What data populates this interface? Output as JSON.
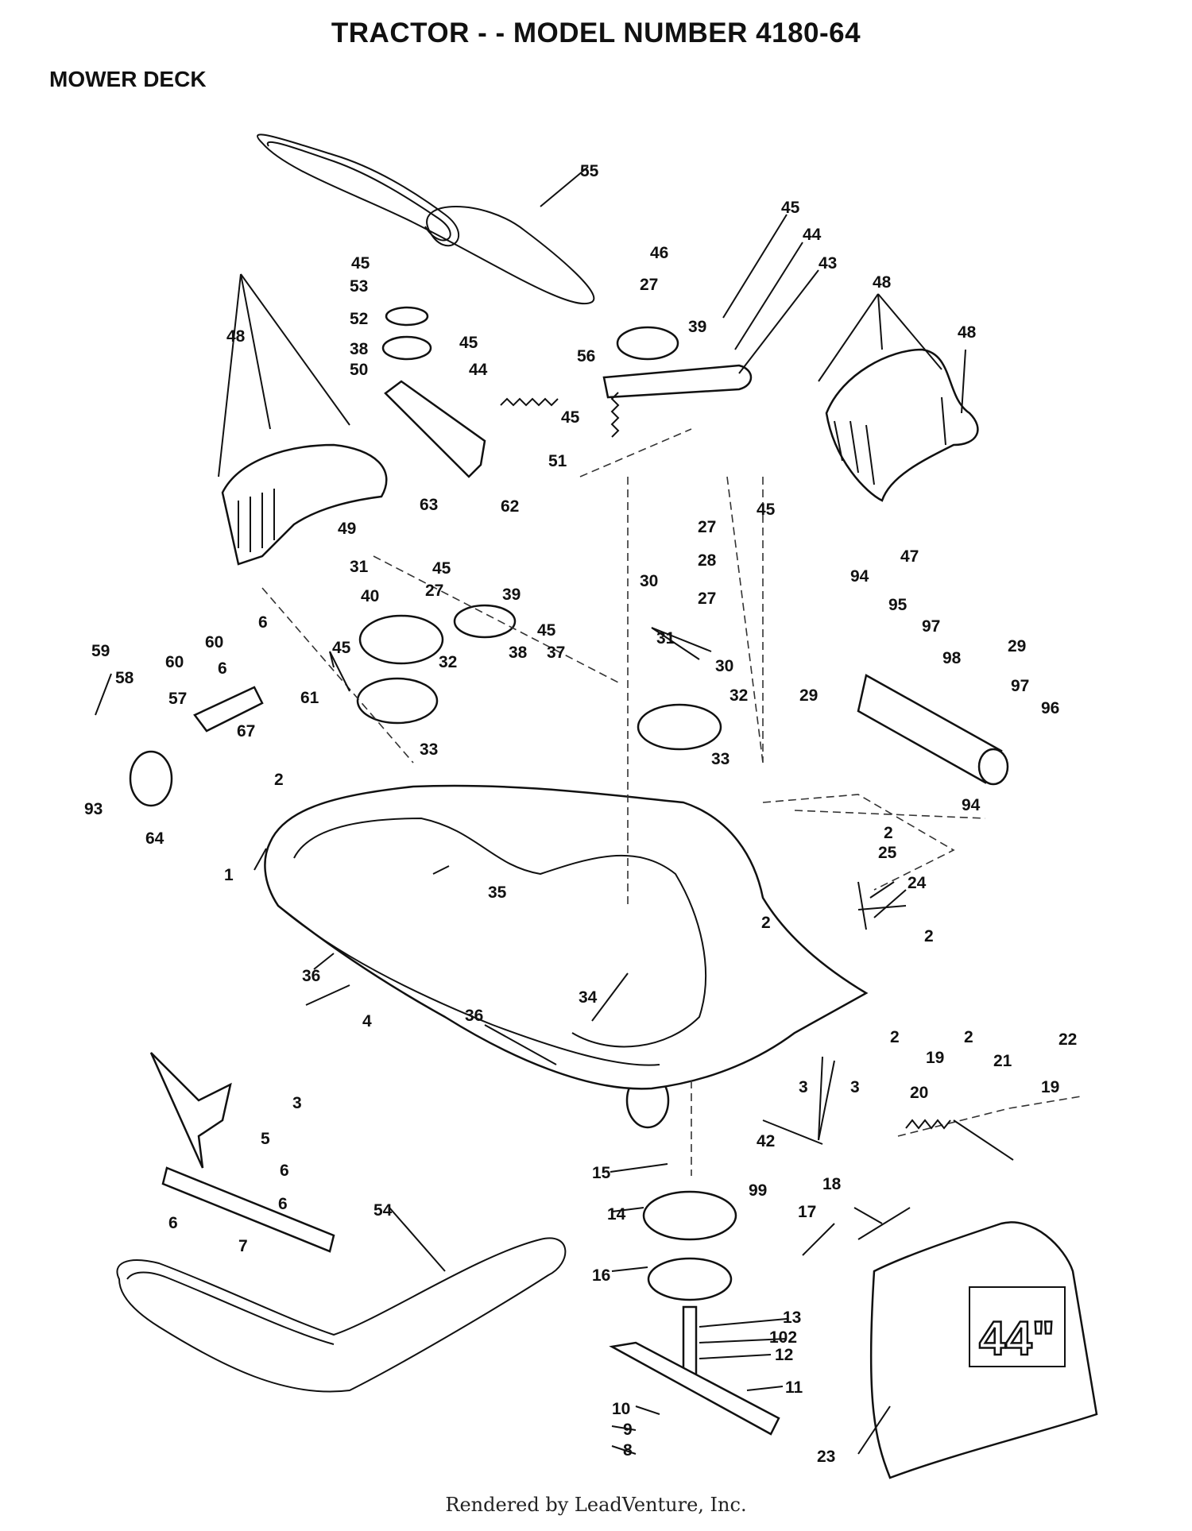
{
  "header": {
    "title": "TRACTOR - - MODEL NUMBER 4180-64",
    "section": "MOWER DECK"
  },
  "footer": {
    "credit": "Rendered by LeadVenture, Inc."
  },
  "chute": {
    "size_label": "44\""
  },
  "callouts": [
    "1",
    "2",
    "2",
    "2",
    "2",
    "2",
    "2",
    "3",
    "3",
    "3",
    "4",
    "5",
    "6",
    "6",
    "6",
    "6",
    "6",
    "7",
    "8",
    "9",
    "10",
    "11",
    "12",
    "13",
    "14",
    "15",
    "16",
    "17",
    "18",
    "19",
    "19",
    "20",
    "21",
    "22",
    "23",
    "24",
    "25",
    "27",
    "27",
    "27",
    "27",
    "28",
    "29",
    "29",
    "30",
    "30",
    "31",
    "31",
    "32",
    "32",
    "33",
    "33",
    "34",
    "35",
    "36",
    "36",
    "37",
    "38",
    "38",
    "39",
    "39",
    "40",
    "42",
    "43",
    "44",
    "44",
    "45",
    "45",
    "45",
    "45",
    "45",
    "45",
    "45",
    "45",
    "46",
    "47",
    "48",
    "48",
    "48",
    "49",
    "50",
    "51",
    "52",
    "53",
    "54",
    "55",
    "56",
    "57",
    "58",
    "59",
    "60",
    "60",
    "61",
    "62",
    "63",
    "64",
    "67",
    "93",
    "94",
    "94",
    "95",
    "96",
    "97",
    "97",
    "98",
    "99",
    "102"
  ]
}
